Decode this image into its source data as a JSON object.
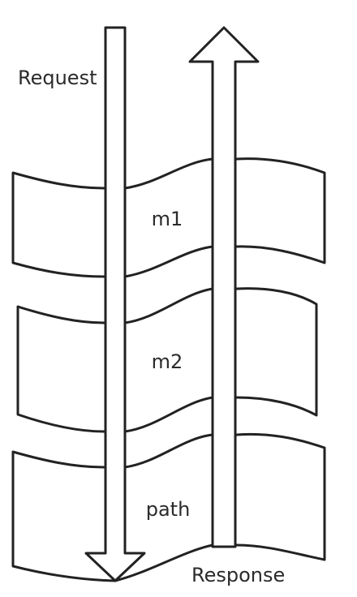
{
  "diagram": {
    "request_label": "Request",
    "response_label": "Response",
    "layers": [
      {
        "label": "m1"
      },
      {
        "label": "m2"
      },
      {
        "label": "path"
      }
    ]
  }
}
